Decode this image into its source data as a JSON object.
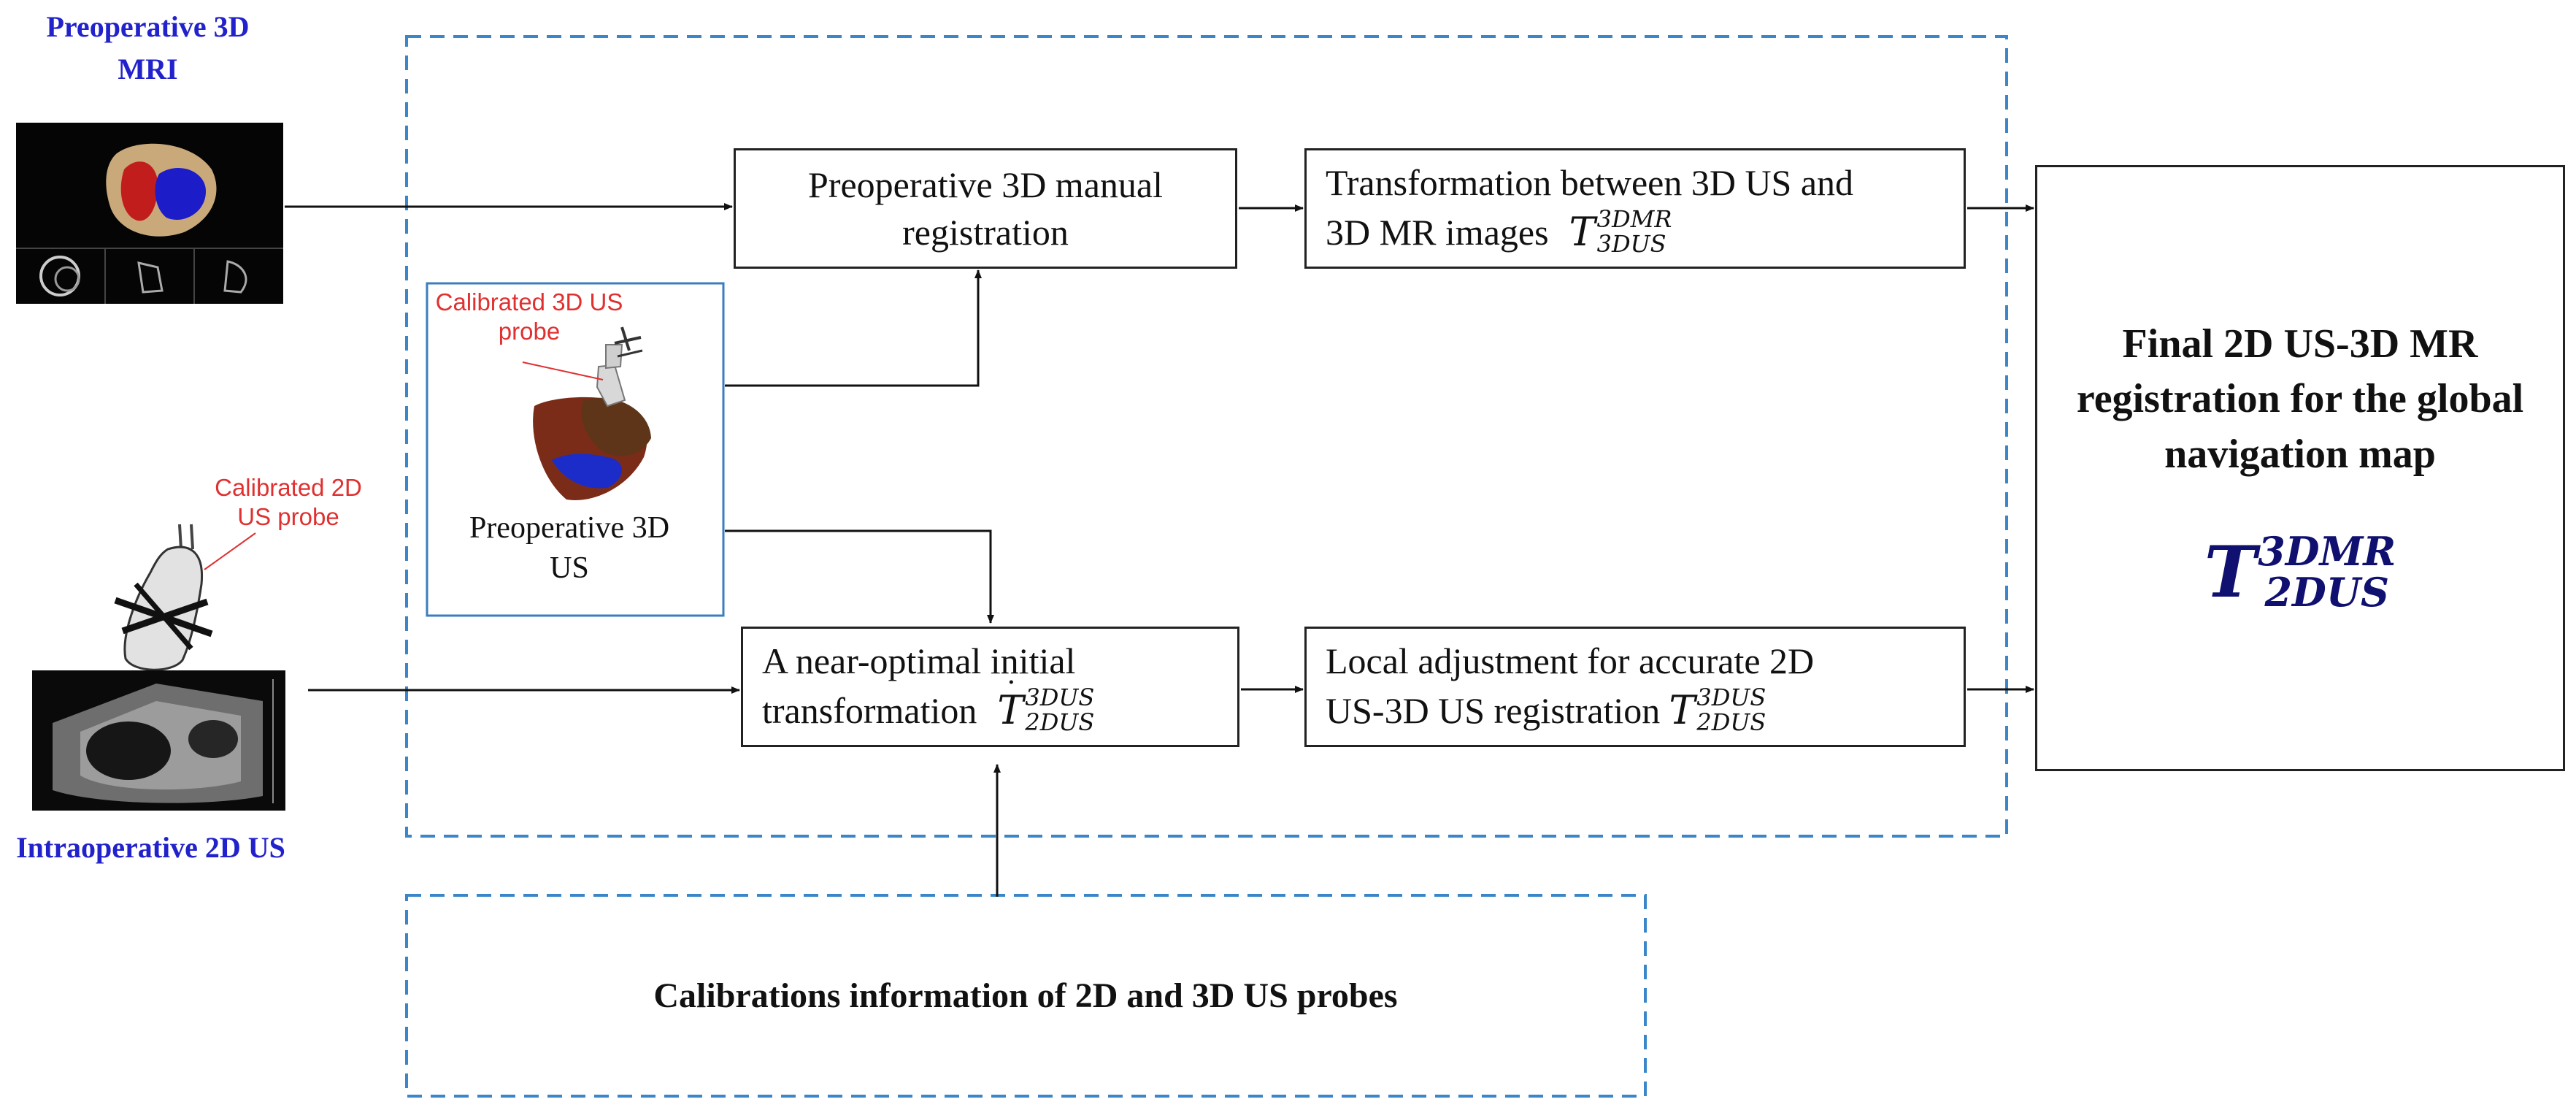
{
  "labels": {
    "preop_mri": "Preoperative 3D MRI",
    "intraop_us": "Intraoperative 2D US",
    "cal_3d_probe": "Calibrated 3D US probe",
    "cal_2d_probe": "Calibrated 2D US probe",
    "preop_3d_us": "Preoperative 3D US"
  },
  "boxes": {
    "manual_registration": "Preoperative 3D manual registration",
    "transformation_line1": "Transformation between 3D US and",
    "transformation_line2": "3D MR images",
    "initial_line1": "A near-optimal initial",
    "initial_line2": "transformation",
    "local_line1": "Local adjustment for accurate 2D",
    "local_line2": "US-3D US registration",
    "final": "Final 2D US-3D MR registration for the global navigation map",
    "calibrations": "Calibrations information of 2D and 3D US probes"
  },
  "math": {
    "T": "T",
    "sup_3dmr": "3DMR",
    "sub_3dus": "3DUS",
    "sup_3dus": "3DUS",
    "sub_2dus": "2DUS",
    "dot": "˙"
  },
  "colors": {
    "dash_blue": "#3a86c8",
    "label_blue": "#2222cc",
    "probe_red": "#e03030",
    "final_math": "#101070"
  }
}
